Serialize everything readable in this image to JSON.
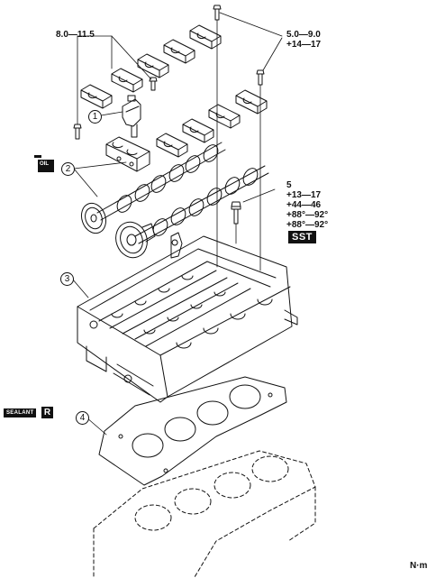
{
  "labels": {
    "torque_left": "8.0—11.5",
    "torque_right_1": "5.0—9.0",
    "torque_right_2": "+14—17",
    "bolt_step_1": "5",
    "bolt_step_2": "+13—17",
    "bolt_step_3": "+44—46",
    "bolt_step_4": "+88°—92°",
    "bolt_step_5": "+88°—92°",
    "sst": "SST",
    "oil": "OIL",
    "sealant": "SEALANT",
    "replace": "R",
    "unit": "N·m"
  },
  "callouts": [
    "1",
    "2",
    "3",
    "4"
  ]
}
